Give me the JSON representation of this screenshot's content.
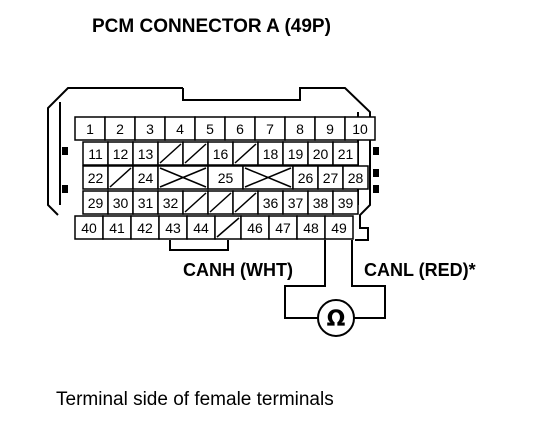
{
  "title": "PCM CONNECTOR A (49P)",
  "caption": "Terminal side of female terminals",
  "connector": {
    "rows": [
      {
        "pins": [
          {
            "label": "1"
          },
          {
            "label": "2"
          },
          {
            "label": "3"
          },
          {
            "label": "4"
          },
          {
            "label": "5"
          },
          {
            "label": "6"
          },
          {
            "label": "7"
          },
          {
            "label": "8"
          },
          {
            "label": "9"
          },
          {
            "label": "10"
          }
        ]
      },
      {
        "pins": [
          {
            "label": "11"
          },
          {
            "label": "12"
          },
          {
            "label": "13"
          },
          {
            "label": "",
            "empty": true
          },
          {
            "label": "",
            "empty": true
          },
          {
            "label": "16"
          },
          {
            "label": "",
            "empty": true
          },
          {
            "label": "18"
          },
          {
            "label": "19"
          },
          {
            "label": "20"
          },
          {
            "label": "21"
          }
        ]
      },
      {
        "pins": [
          {
            "label": "22"
          },
          {
            "label": "",
            "empty": true
          },
          {
            "label": "24"
          },
          {
            "label": "",
            "cross": true
          },
          {
            "label": "25"
          },
          {
            "label": "",
            "cross": true
          },
          {
            "label": "26"
          },
          {
            "label": "27"
          },
          {
            "label": "28"
          }
        ]
      },
      {
        "pins": [
          {
            "label": "29"
          },
          {
            "label": "30"
          },
          {
            "label": "31"
          },
          {
            "label": "32"
          },
          {
            "label": "",
            "empty": true
          },
          {
            "label": "",
            "empty": true
          },
          {
            "label": "",
            "empty": true
          },
          {
            "label": "36"
          },
          {
            "label": "37"
          },
          {
            "label": "38"
          },
          {
            "label": "39"
          }
        ]
      },
      {
        "pins": [
          {
            "label": "40"
          },
          {
            "label": "41"
          },
          {
            "label": "42"
          },
          {
            "label": "43"
          },
          {
            "label": "44"
          },
          {
            "label": "",
            "empty": true
          },
          {
            "label": "46"
          },
          {
            "label": "47"
          },
          {
            "label": "48"
          },
          {
            "label": "49"
          }
        ]
      }
    ]
  },
  "wires": {
    "canh_label": "CANH (WHT)",
    "canl_label": "CANL (RED)*",
    "meter_symbol": "Ω"
  }
}
